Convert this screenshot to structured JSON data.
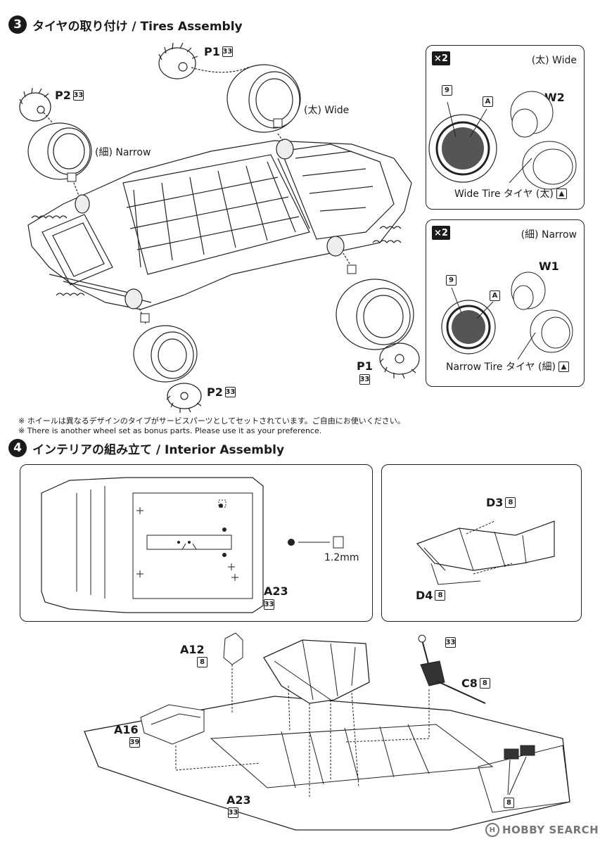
{
  "step3": {
    "number": "3",
    "title": "タイヤの取り付け / Tires Assembly"
  },
  "step3_parts": {
    "p1_top": {
      "name": "P1",
      "no": "33"
    },
    "p2_top": {
      "name": "P2",
      "no": "33"
    },
    "p1_bottom": {
      "name": "P1",
      "no": "33"
    },
    "p2_bottom": {
      "name": "P2",
      "no": "33"
    },
    "wide_label": "(太) Wide",
    "narrow_label": "(細) Narrow"
  },
  "wide_box": {
    "qty": "×2",
    "title": "(太) Wide",
    "wheel_no": "9",
    "marker": "A",
    "part": "W2",
    "tire_label": "Wide Tire タイヤ (太)"
  },
  "narrow_box": {
    "qty": "×2",
    "title": "(細) Narrow",
    "wheel_no": "9",
    "marker": "A",
    "part": "W1",
    "tire_label": "Narrow Tire タイヤ (細)"
  },
  "notes": {
    "jp": "※ ホイールは異なるデザインのタイプがサービスパーツとしてセットされています。ご自由にお使いください。",
    "en": "※ There is another wheel set as bonus parts. Please use it as your preference."
  },
  "step4": {
    "number": "4",
    "title": "インテリアの組み立て / Interior Assembly"
  },
  "step4_parts": {
    "a23_box": {
      "name": "A23",
      "no": "33"
    },
    "drill": "1.2mm",
    "d3": {
      "name": "D3",
      "no": "8"
    },
    "d4": {
      "name": "D4",
      "no": "8"
    },
    "a12": {
      "name": "A12",
      "no": "8"
    },
    "a16": {
      "name": "A16",
      "no": "39"
    },
    "c8": {
      "name": "C8",
      "no": "8"
    },
    "c8_top_no": "33",
    "a23_bottom": {
      "name": "A23",
      "no": "33"
    },
    "pads_no": "8"
  },
  "watermark": {
    "icon": "hobby-search-logo-icon",
    "text": "HOBBY SEARCH"
  }
}
